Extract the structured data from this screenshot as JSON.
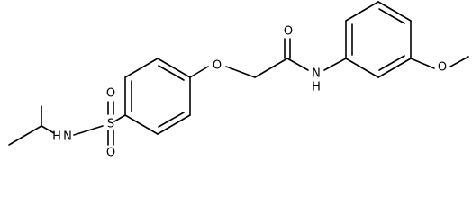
{
  "atoms": {
    "ether_O": "O",
    "carbonyl_O": "O",
    "amide_N": "N",
    "amide_H": "H",
    "methoxy_O": "O",
    "sulfonyl_S": "S",
    "sulfonyl_O_top": "O",
    "sulfonyl_O_bottom": "O",
    "sulfonamide_N": "N",
    "sulfonamide_H": "H"
  }
}
